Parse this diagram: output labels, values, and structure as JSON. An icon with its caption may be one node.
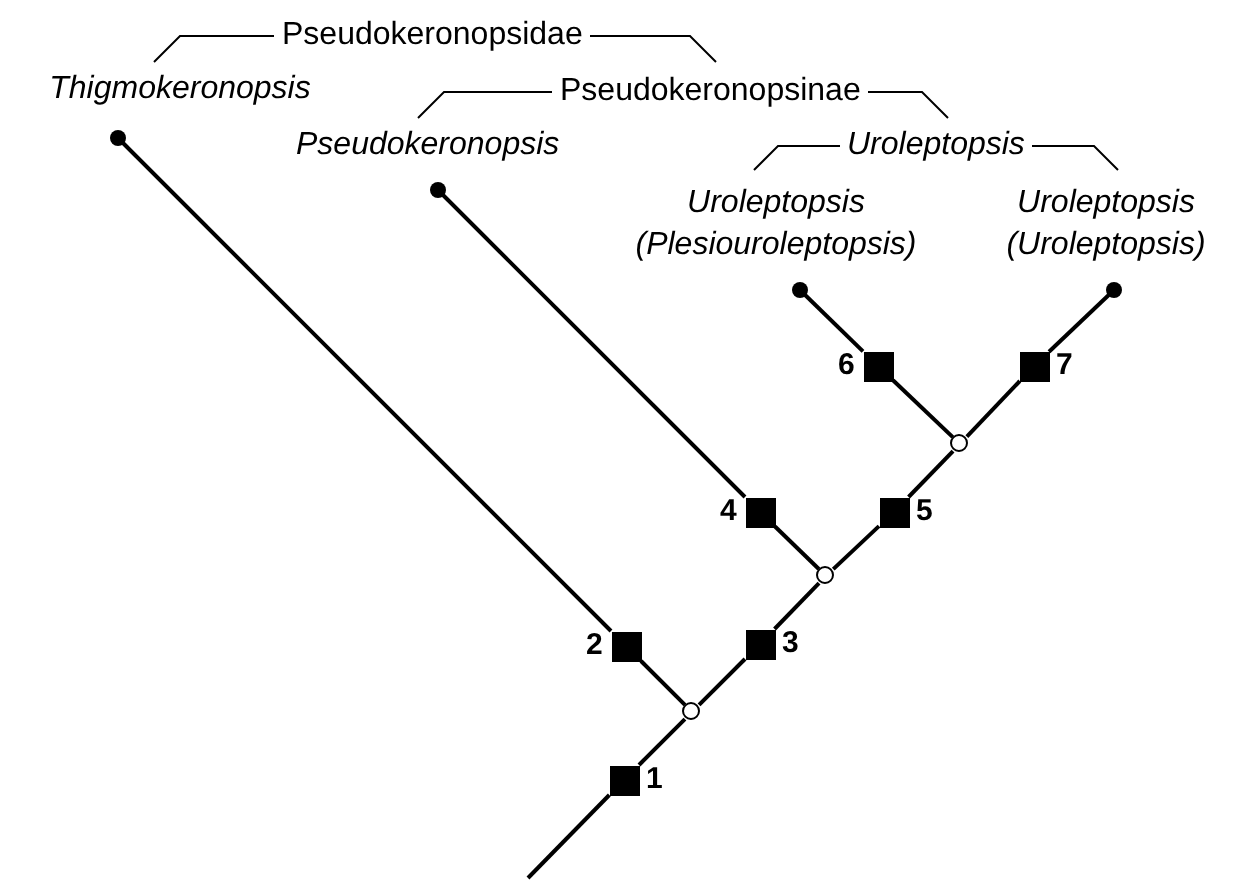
{
  "diagram": {
    "nodes": [
      {
        "text": [
          "Thigmokeronopsis"
        ]
      },
      {
        "text": [
          "Pseudokeronopsis"
        ]
      },
      {
        "text": [
          "Uroleptopsis (Plesiouroleptopsis)"
        ]
      },
      {
        "text": [
          "Uroleptopsis (Uroleptopsis)"
        ]
      },
      {
        "text": [],
        "shape": "box",
        "beside": [
          "1"
        ]
      },
      {
        "text": [],
        "shape": "circle"
      },
      {
        "text": [],
        "shape": "box",
        "beside": [
          "2"
        ]
      },
      {
        "text": [],
        "shape": "box",
        "beside": [
          "3"
        ]
      },
      {
        "text": [],
        "shape": "circle"
      },
      {
        "text": [],
        "shape": "box",
        "beside": [
          "4"
        ]
      },
      {
        "text": [],
        "shape": "box",
        "beside": [
          "5"
        ]
      },
      {
        "text": [],
        "shape": "circle"
      },
      {
        "text": [],
        "shape": "box",
        "beside": [
          "6"
        ]
      },
      {
        "text": [],
        "shape": "box",
        "beside": [
          "7"
        ]
      }
    ],
    "edges": [
      {
        "from": null,
        "to": 4,
        "arrow": "none"
      },
      {
        "from": 4,
        "to": 5,
        "arrow": "none"
      },
      {
        "from": 5,
        "to": 6,
        "arrow": "none"
      },
      {
        "from": 6,
        "to": 0,
        "arrow": "other"
      },
      {
        "from": 5,
        "to": 7,
        "arrow": "none"
      },
      {
        "from": 7,
        "to": 8,
        "arrow": "none"
      },
      {
        "from": 8,
        "to": 9,
        "arrow": "none"
      },
      {
        "from": 9,
        "to": 1,
        "arrow": "other"
      },
      {
        "from": 8,
        "to": 10,
        "arrow": "none"
      },
      {
        "from": 10,
        "to": 11,
        "arrow": "none"
      },
      {
        "from": 11,
        "to": 12,
        "arrow": "none"
      },
      {
        "from": 12,
        "to": 2,
        "arrow": "other"
      },
      {
        "from": 11,
        "to": 13,
        "arrow": "none"
      },
      {
        "from": 13,
        "to": 3,
        "arrow": "other"
      }
    ],
    "labels": [
      "Pseudokeronopsidae",
      "Pseudokeronopsinae",
      "Uroleptopsis"
    ]
  }
}
